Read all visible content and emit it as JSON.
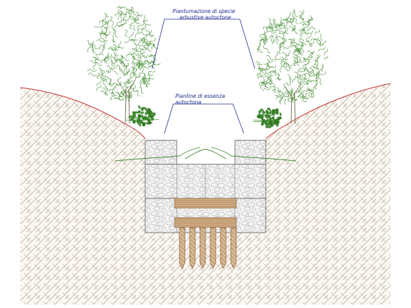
{
  "labels": {
    "shrubs_line1": "Piantumazione di specie",
    "shrubs_line2": "arbustive autoctone",
    "plants_line1": "Piantine di essenza",
    "plants_line2": "autoctona"
  },
  "colors": {
    "soil_hatch": "#b9aa98",
    "ground_line": "#c42a2a",
    "tree": "#3f8a2e",
    "trunk": "#7a6c52",
    "stone": "#a9a9a9",
    "wood": "#b9895a",
    "leader": "#1b2a8a",
    "label": "#1b2a8a"
  },
  "icons": {
    "tree": "tree-icon",
    "shrub": "shrub-icon",
    "stake": "wooden-stake-icon"
  },
  "stakes_count": 6
}
